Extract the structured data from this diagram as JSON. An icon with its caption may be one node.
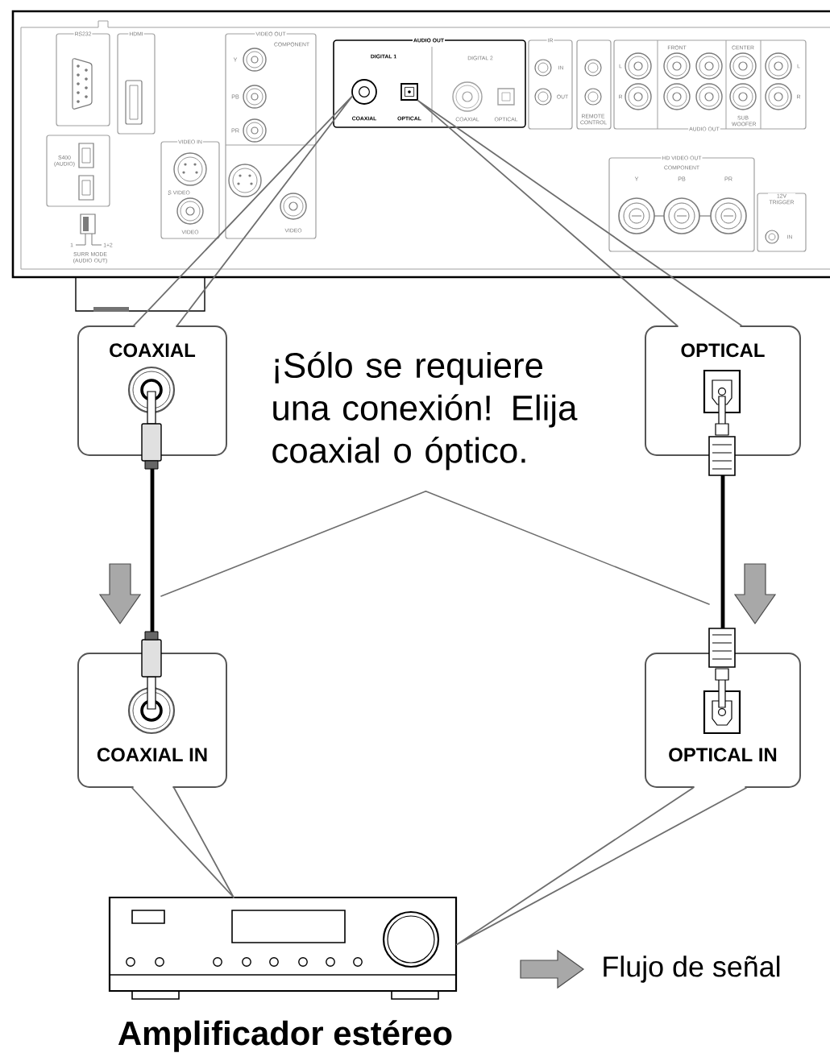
{
  "diagram": {
    "nodes": [
      {
        "text": [],
        "shape": "picture"
      },
      {
        "text": [],
        "shape": "circle",
        "in": 0
      },
      {
        "text": [],
        "shape": "box",
        "in": 0
      },
      {
        "text": [
          "COAXIAL"
        ]
      },
      {
        "text": [
          "¡Sólo se requiere una conexión! Elija coaxial o óptico."
        ]
      },
      {
        "text": [
          "OPTICAL"
        ]
      },
      {
        "text": [
          "COAXIAL IN"
        ]
      },
      {
        "text": [
          "OPTICAL IN"
        ]
      },
      {
        "text": [],
        "shape": "picture",
        "beside": [
          "Amplificador estéreo"
        ]
      }
    ],
    "edges": [
      {
        "from": 3,
        "to": 1,
        "arrow": "other"
      },
      {
        "from": 5,
        "to": 2,
        "arrow": "other"
      },
      {
        "from": 3,
        "to": 6,
        "arrow": "other",
        "style": "thick",
        "color": "#000000"
      },
      {
        "from": 5,
        "to": 7,
        "arrow": "other",
        "style": "thick",
        "color": "#000000"
      },
      {
        "from": 6,
        "to": 8,
        "arrow": "other"
      },
      {
        "from": 7,
        "to": 8,
        "arrow": "other"
      },
      {
        "from": 4,
        "to": null,
        "arrow": "none"
      },
      {
        "from": 4,
        "to": null,
        "arrow": "none"
      }
    ],
    "labels": [
      "RS232",
      "HDMI",
      "VIDEO OUT",
      "COMPONENT",
      "AUDIO OUT",
      "IR",
      "FRONT",
      "CENTER",
      "Y",
      "DIGITAL 1",
      "DIGITAL 2",
      "IN",
      "L",
      "L",
      "PB",
      "OUT",
      "R",
      "R",
      "PR",
      "COAXIAL",
      "OPTICAL",
      "COAXIAL",
      "OPTICAL",
      "REMOTE CONTROL",
      "AUDIO OUT",
      "SUB WOOFER",
      "VIDEO IN",
      "S400 (AUDIO)",
      "HD VIDEO OUT",
      "COMPONENT",
      "Y",
      "PB",
      "PR",
      "S VIDEO",
      "12V TRIGGER",
      "VIDEO",
      "VIDEO",
      "IN",
      "1",
      "1+2",
      "SURR MODE (AUDIO OUT)"
    ],
    "legend": [
      {
        "text": "Flujo de señal"
      }
    ]
  }
}
